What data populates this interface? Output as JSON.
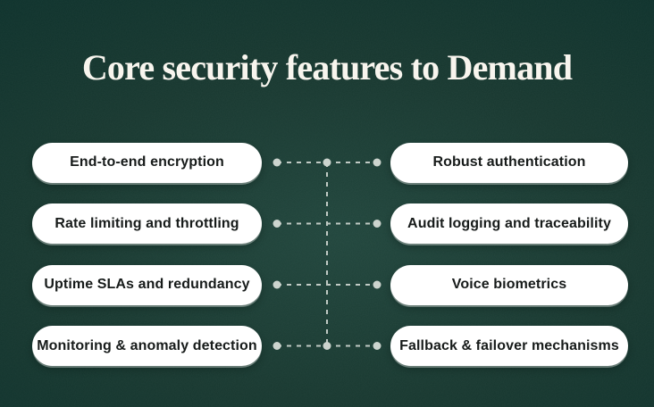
{
  "title": "Core security features to Demand",
  "theme": {
    "background_dark": "#0a2f2a",
    "background_light": "#20453c",
    "title_color": "#f8f5ee",
    "pill_background": "#ffffff",
    "pill_text_color": "#171b1a",
    "connector_dash_color": "#c0cac4",
    "connector_dot_color": "#ccd4ce"
  },
  "rows": [
    {
      "left": "End-to-end encryption",
      "right": "Robust authentication"
    },
    {
      "left": "Rate limiting and throttling",
      "right": "Audit logging and traceability"
    },
    {
      "left": "Uptime SLAs and redundancy",
      "right": "Voice biometrics"
    },
    {
      "left": "Monitoring & anomaly detection",
      "right": "Fallback & failover mechanisms"
    }
  ]
}
